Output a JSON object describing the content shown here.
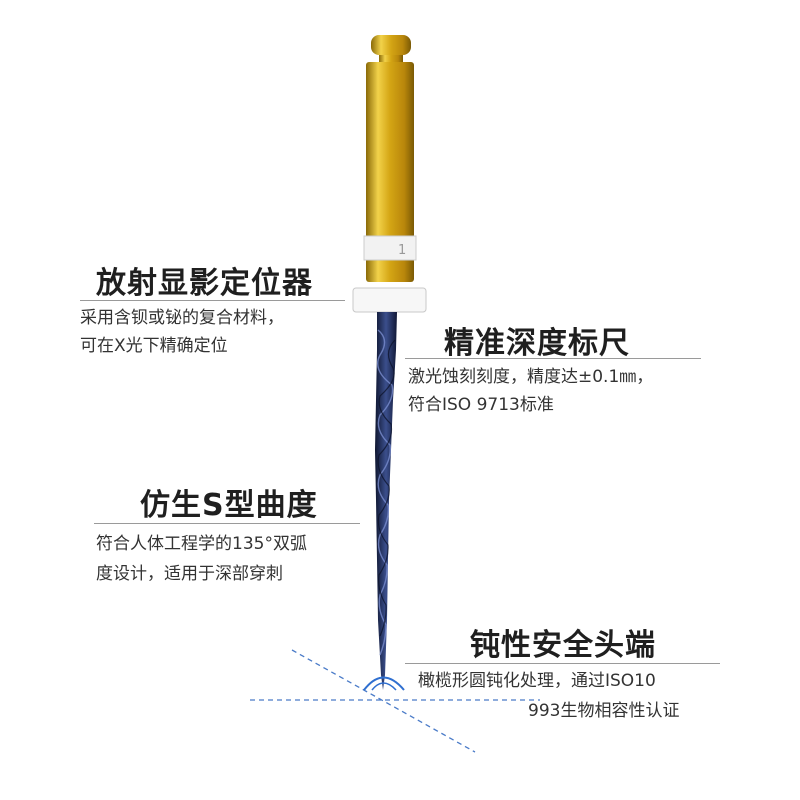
{
  "features": {
    "marker": {
      "title": "放射显影定位器",
      "desc_line1": "采用含钡或铋的复合材料，",
      "desc_line2": "可在X光下精确定位"
    },
    "scale": {
      "title": "精准深度标尺",
      "desc_line1": "激光蚀刻刻度，精度达±0.1㎜，",
      "desc_line2": "符合ISO 9713标准"
    },
    "curve": {
      "title": "仿生S型曲度",
      "desc_line1": "符合人体工程学的135°双弧",
      "desc_line2": "度设计，适用于深部穿刺"
    },
    "tip": {
      "title": "钝性安全头端",
      "desc_line1": "橄榄形圆钝化处理，通过ISO10",
      "desc_line2": "993生物相容性认证"
    }
  },
  "product": {
    "ring_marking": "1",
    "handle_color": "#d4a514",
    "shaft_color": "#1e2a5a"
  }
}
